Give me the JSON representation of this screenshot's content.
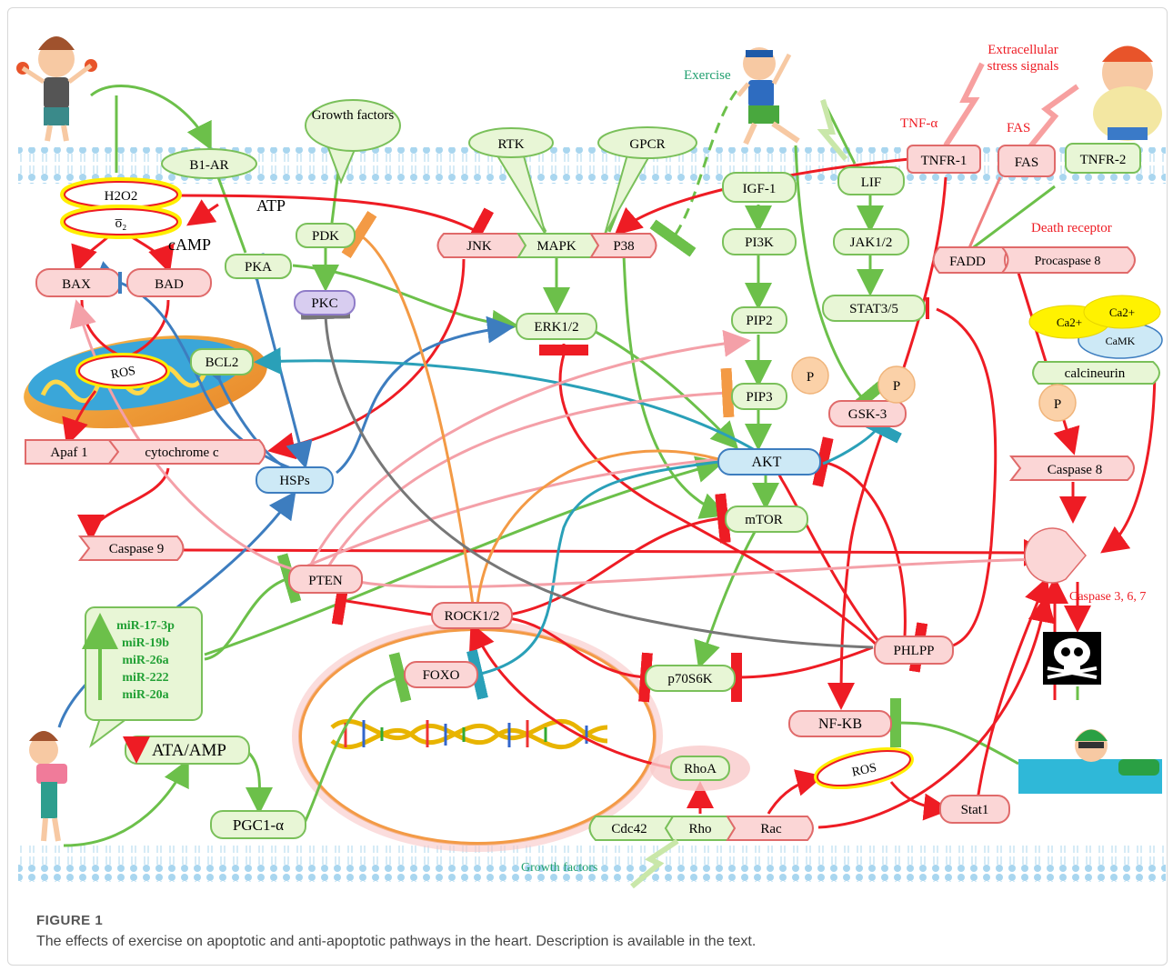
{
  "figure": {
    "label": "FIGURE 1",
    "caption": "The effects of exercise on apoptotic and anti-apoptotic pathways in the heart. Description is available in the text."
  },
  "colors": {
    "inhibit_red": "#ee1c24",
    "activate_green": "#6cc04a",
    "blue": "#3d7dbf",
    "cyan": "#2aa0b8",
    "orange": "#f39a45",
    "pink": "#f4a0a8",
    "gray": "#777777",
    "green_node_fill": "#e8f6d6",
    "green_node_stroke": "#7ac05a",
    "red_node_fill": "#fbd6d6",
    "red_node_stroke": "#e06a6a",
    "blue_node_fill": "#cde9f6",
    "membrane": "#a9d6ef"
  },
  "nodes": {
    "b1ar": "B1-AR",
    "h2o2": "H2O2",
    "o2": "o̅₂",
    "atp": "ATP",
    "camp": "cAMP",
    "bax": "BAX",
    "bad": "BAD",
    "pka": "PKA",
    "pdk": "PDK",
    "pkc": "PKC",
    "ros_mito": "ROS",
    "bcl2": "BCL2",
    "apaf1": "Apaf 1",
    "cytc": "cytochrome c",
    "hsps": "HSPs",
    "casp9": "Caspase 9",
    "pten": "PTEN",
    "rock": "ROCK1/2",
    "foxo": "FOXO",
    "p70": "p70S6K",
    "rhoa": "RhoA",
    "cdc42": "Cdc42",
    "rho": "Rho",
    "rac": "Rac",
    "pgc1": "PGC1-α",
    "ata": "ATA/AMP",
    "growth_factors_top": "Growth factors",
    "rtk": "RTK",
    "gpcr": "GPCR",
    "jnk": "JNK",
    "mapk": "MAPK",
    "p38": "P38",
    "erk": "ERK1/2",
    "exercise": "Exercise",
    "igf1": "IGF-1",
    "pi3k": "PI3K",
    "pip2": "PIP2",
    "pip3": "PIP3",
    "p_a": "P",
    "akt": "AKT",
    "mtor": "mTOR",
    "lif": "LIF",
    "jak": "JAK1/2",
    "stat": "STAT3/5",
    "gsk3": "GSK-3",
    "p_b": "P",
    "phlpp": "PHLPP",
    "nfkb": "NF-KB",
    "ros_b": "ROS",
    "stat1": "Stat1",
    "tnfa": "TNF-α",
    "extracellular": "Extracellular stress signals",
    "fas_lbl": "FAS",
    "tnfr1": "TNFR-1",
    "fas": "FAS",
    "tnfr2": "TNFR-2",
    "death_receptor": "Death receptor",
    "fadd": "FADD",
    "procasp8": "Procaspase 8",
    "ca1": "Ca2+",
    "ca2": "Ca2+",
    "camk": "CaMK",
    "calcineurin": "calcineurin",
    "p_c": "P",
    "casp8": "Caspase 8",
    "casp367": "Caspase 3, 6, 7",
    "growth_factors_bottom": "Growth factors",
    "mirnas": [
      "miR-17-3p",
      "miR-19b",
      "miR-26a",
      "miR-222",
      "miR-20a"
    ]
  }
}
